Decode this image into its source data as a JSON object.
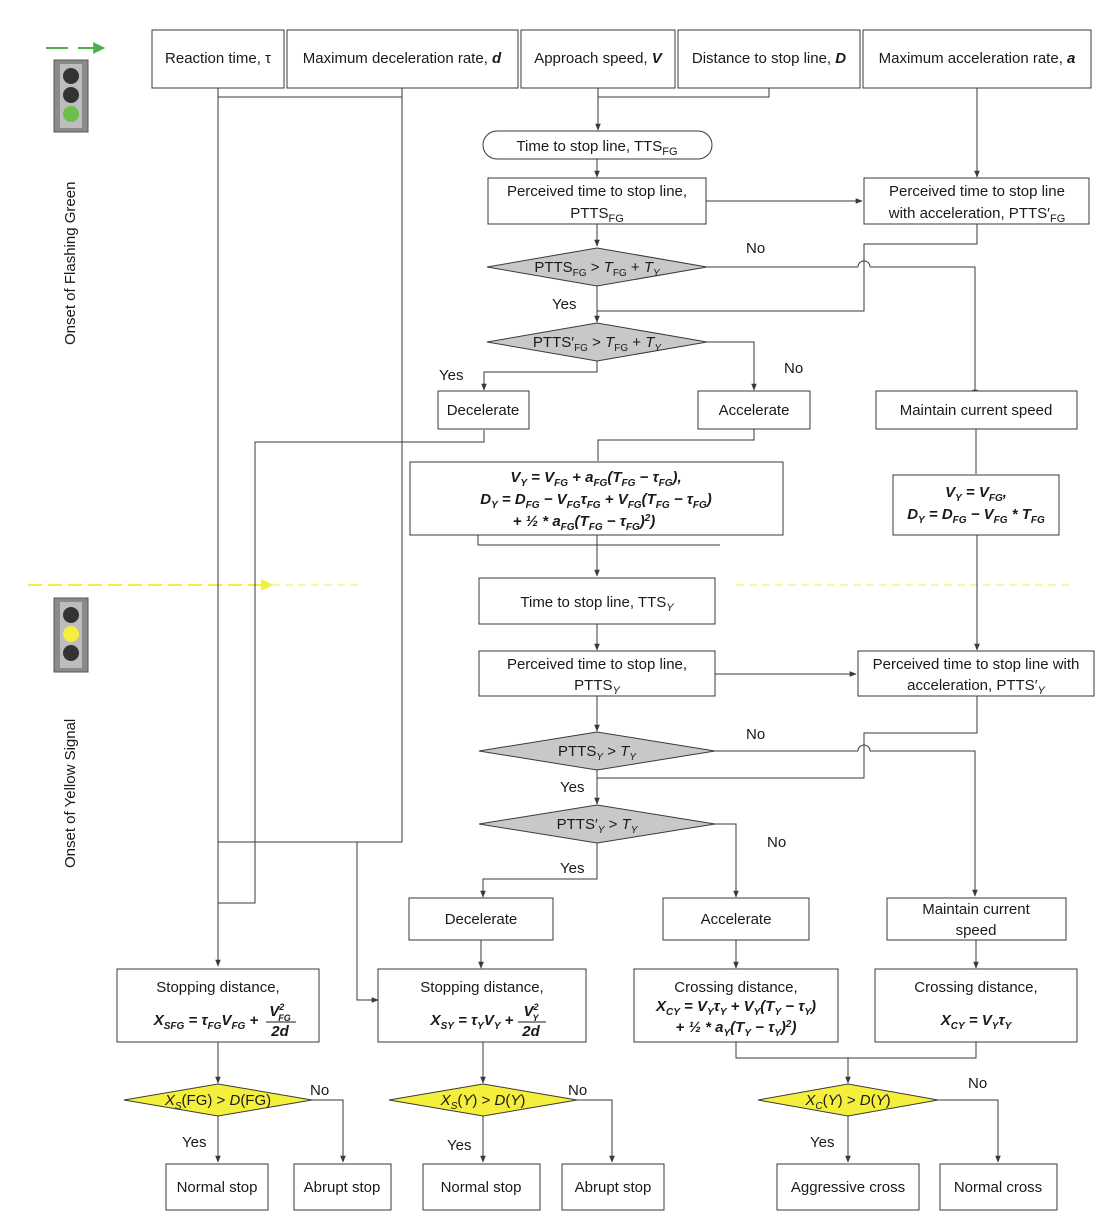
{
  "inputs": {
    "reaction_time": "Reaction time, τ",
    "max_decel_label": "Maximum deceleration rate, ",
    "max_decel_var": "d",
    "approach_label": "Approach speed, ",
    "approach_var": "V",
    "distance_label": "Distance to stop line, ",
    "distance_var": "D",
    "max_accel_label": "Maximum acceleration rate, ",
    "max_accel_var": "a"
  },
  "sides": {
    "flashing_green": "Onset of Flashing Green",
    "yellow_signal": "Onset of Yellow Signal"
  },
  "phase1": {
    "tts": "Time to stop line, TTS",
    "tts_sub": "FG",
    "ptts_line1": "Perceived time to stop line,",
    "ptts_line2": "PTTS",
    "ptts_sub": "FG",
    "pttsa_line1": "Perceived time to stop line",
    "pttsa_line2": "with acceleration, PTTS′",
    "pttsa_sub": "FG",
    "dec1": "PTTS_FG > T_FG + T_Y",
    "dec2": "PTTS′_FG > T_FG + T_Y",
    "decelerate": "Decelerate",
    "accelerate": "Accelerate",
    "maintain": "Maintain current speed",
    "accel_eq1": "V_Y = V_FG + a_FG(T_FG − τ_FG),",
    "accel_eq2": "D_Y = D_FG − V_FG τ_FG + V_FG(T_FG − τ_FG)",
    "accel_eq3": "+ ½ * a_FG(T_FG − τ_FG)²)",
    "maintain_eq1": "V_Y = V_FG,",
    "maintain_eq2": "D_Y = D_FG − V_FG * T_FG"
  },
  "phase2": {
    "tts": "Time to stop line, TTS",
    "tts_sub": "Y",
    "ptts_line1": "Perceived time to stop line,",
    "ptts_line2": "PTTS",
    "ptts_sub": "Y",
    "pttsa_line1": "Perceived time to stop line with",
    "pttsa_line2": "acceleration, PTTS′",
    "pttsa_sub": "Y",
    "dec1": "PTTS_Y > T_Y",
    "dec2": "PTTS′_Y > T_Y",
    "decelerate": "Decelerate",
    "accelerate": "Accelerate",
    "maintain_line1": "Maintain current",
    "maintain_line2": "speed"
  },
  "outcomes": {
    "stop_fg_title": "Stopping distance,",
    "stop_fg_eq": "X_SFG = τ_FG V_FG + V²_FG / 2d",
    "stop_y_title": "Stopping distance,",
    "stop_y_eq": "X_SY = τ_Y V_Y + V²_Y / 2d",
    "cross_accel_title": "Crossing distance,",
    "cross_accel_eq1": "X_CY = V_Y τ_Y + V_Y(T_Y − τ_Y)",
    "cross_accel_eq2": "+ ½ * a_Y(T_Y − τ_Y)²)",
    "cross_maint_title": "Crossing distance,",
    "cross_maint_eq": "X_CY = V_Y τ_Y",
    "dec_fg": "X_S(FG) > D(FG)",
    "dec_y": "X_S(Y) > D(Y)",
    "dec_c": "X_C(Y) > D(Y)",
    "normal_stop": "Normal stop",
    "abrupt_stop": "Abrupt stop",
    "aggressive_cross": "Aggressive cross",
    "normal_cross": "Normal cross"
  },
  "labels": {
    "yes": "Yes",
    "no": "No"
  },
  "colors": {
    "green_light": "#6cc04a",
    "yellow_light": "#f4ee3c",
    "decision_gray": "#c8c8c8",
    "decision_yellow": "#f4ee3c"
  }
}
